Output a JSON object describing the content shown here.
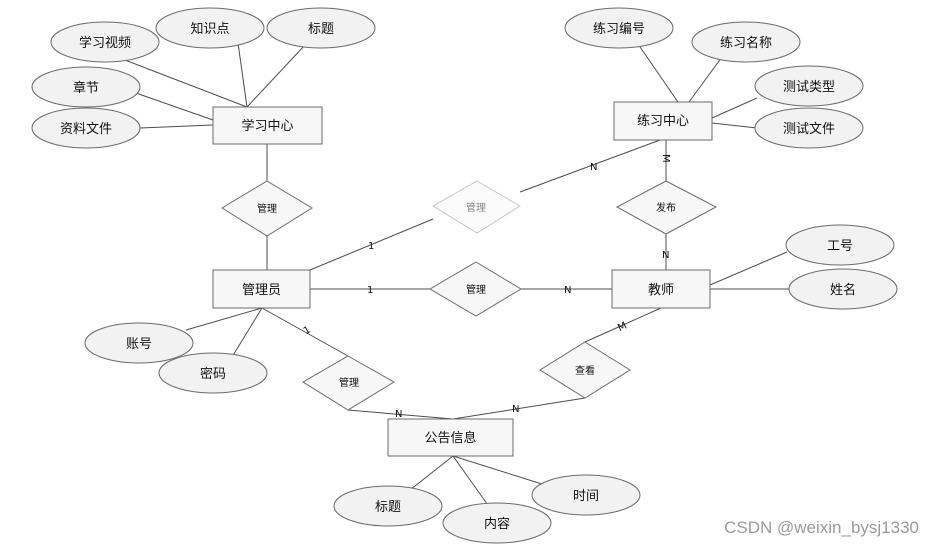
{
  "entities": {
    "study_center": "学习中心",
    "practice_center": "练习中心",
    "admin": "管理员",
    "teacher": "教师",
    "notice": "公告信息"
  },
  "relations": {
    "manage_study": "管理",
    "manage_practice": "管理",
    "manage_teacher": "管理",
    "publish": "发布",
    "manage_notice": "管理",
    "view_notice": "查看"
  },
  "attributes": {
    "study_video": "学习视频",
    "knowledge_point": "知识点",
    "study_title": "标题",
    "chapter": "章节",
    "material_file": "资料文件",
    "exercise_no": "练习编号",
    "exercise_name": "练习名称",
    "test_type": "测试类型",
    "test_file": "测试文件",
    "job_no": "工号",
    "teacher_name": "姓名",
    "account": "账号",
    "password": "密码",
    "notice_title": "标题",
    "notice_content": "内容",
    "notice_time": "时间"
  },
  "cardinalities": {
    "admin_manage_practice": "1",
    "practice_manage_admin": "N",
    "practice_publish": "M",
    "teacher_publish": "N",
    "admin_manage_teacher": "1",
    "teacher_manage_admin": "N",
    "admin_manage_notice": "1",
    "notice_manage_admin": "N",
    "notice_view_teacher": "N",
    "teacher_view_notice": "M"
  },
  "watermark": "CSDN @weixin_bysj1330"
}
